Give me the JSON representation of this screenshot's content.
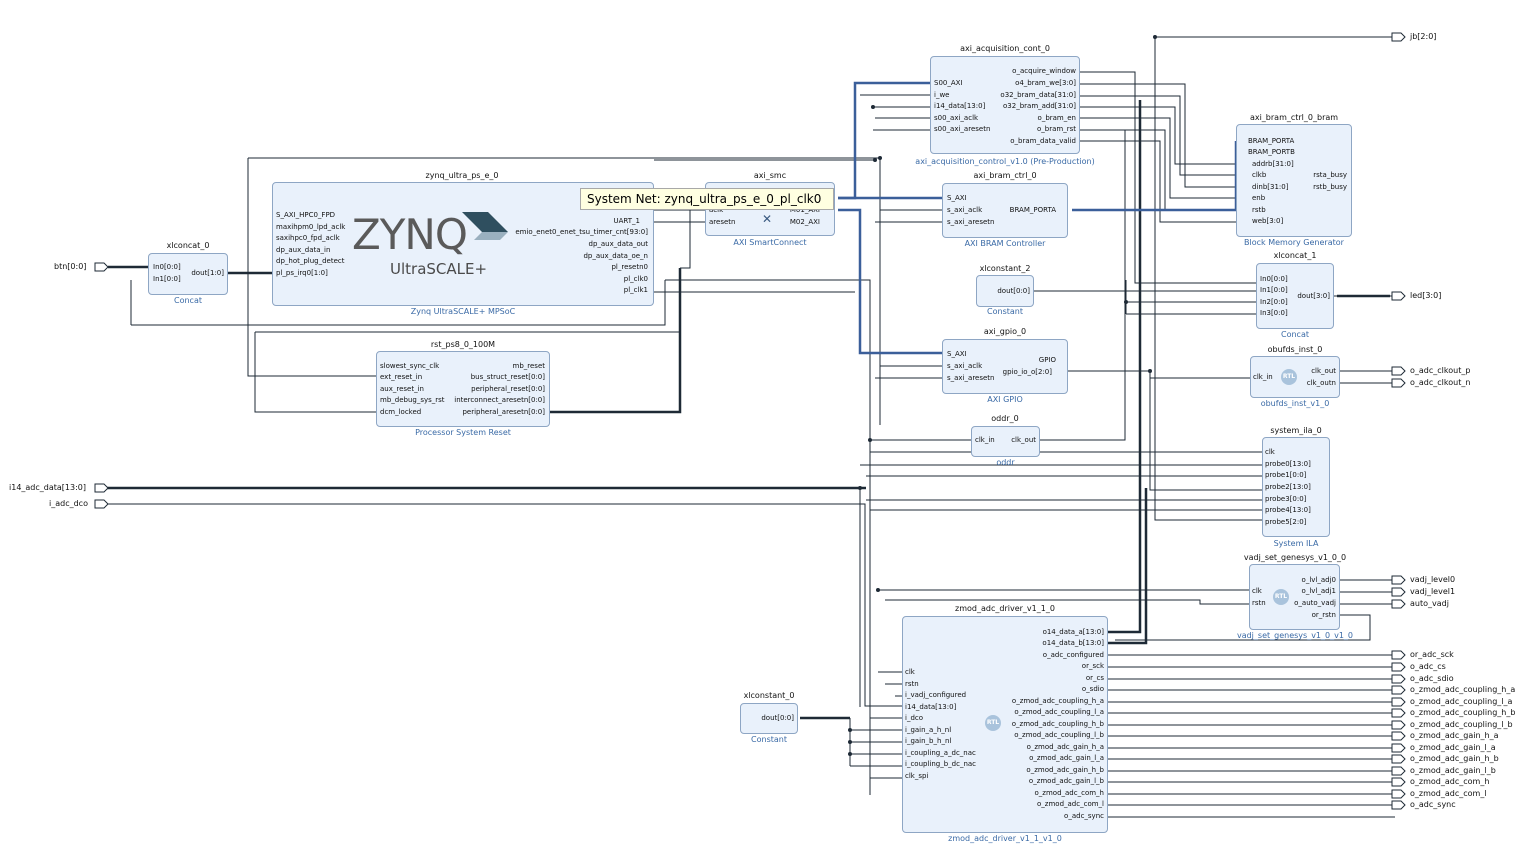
{
  "tooltip": "System Net: zynq_ultra_ps_e_0_pl_clk0",
  "external_ports": {
    "btn": "btn[0:0]",
    "adc_data": "i14_adc_data[13:0]",
    "adc_dco": "i_adc_dco",
    "jb": "jb[2:0]",
    "led": "led[3:0]",
    "clkout_p": "o_adc_clkout_p",
    "clkout_n": "o_adc_clkout_n",
    "vadj_level0": "vadj_level0",
    "vadj_level1": "vadj_level1",
    "auto_vadj": "auto_vadj",
    "outs": [
      "or_adc_sck",
      "o_adc_cs",
      "o_adc_sdio",
      "o_zmod_adc_coupling_h_a",
      "o_zmod_adc_coupling_l_a",
      "o_zmod_adc_coupling_h_b",
      "o_zmod_adc_coupling_l_b",
      "o_zmod_adc_gain_h_a",
      "o_zmod_adc_gain_l_a",
      "o_zmod_adc_gain_h_b",
      "o_zmod_adc_gain_l_b",
      "o_zmod_adc_com_h",
      "o_zmod_adc_com_l",
      "o_adc_sync"
    ]
  },
  "blocks": {
    "xlconcat_0": {
      "title": "xlconcat_0",
      "sub": "Concat",
      "pins_l": [
        "In0[0:0]",
        "In1[0:0]"
      ],
      "pins_r": [
        "dout[1:0]"
      ]
    },
    "zynq": {
      "title": "zynq_ultra_ps_e_0",
      "sub": "Zynq UltraSCALE+ MPSoC",
      "logo": "ZYNQ",
      "logo_sub": "UltraSCALE+",
      "pins_l": [
        "S_AXI_HPC0_FPD",
        "maxihpm0_lpd_aclk",
        "saxihpc0_fpd_aclk",
        "dp_aux_data_in",
        "dp_hot_plug_detect",
        "pl_ps_irq0[1:0]"
      ],
      "pins_r": [
        "UART_1",
        "emio_enet0_enet_tsu_timer_cnt[93:0]",
        "dp_aux_data_out",
        "dp_aux_data_oe_n",
        "pl_resetn0",
        "pl_clk0",
        "pl_clk1"
      ]
    },
    "rst": {
      "title": "rst_ps8_0_100M",
      "sub": "Processor System Reset",
      "pins_l": [
        "slowest_sync_clk",
        "ext_reset_in",
        "aux_reset_in",
        "mb_debug_sys_rst",
        "dcm_locked"
      ],
      "pins_r": [
        "mb_reset",
        "bus_struct_reset[0:0]",
        "peripheral_reset[0:0]",
        "interconnect_aresetn[0:0]",
        "peripheral_aresetn[0:0]"
      ]
    },
    "smc": {
      "title": "axi_smc",
      "sub": "AXI SmartConnect",
      "pins_l": [
        "aclk",
        "aresetn"
      ],
      "pins_r": [
        "M01_AXI",
        "M02_AXI"
      ]
    },
    "acq": {
      "title": "axi_acquisition_cont_0",
      "sub": "axi_acquisition_control_v1.0 (Pre-Production)",
      "pins_l": [
        "S00_AXI",
        "i_we",
        "i14_data[13:0]",
        "s00_axi_aclk",
        "s00_axi_aresetn"
      ],
      "pins_r": [
        "o_acquire_window",
        "o4_bram_we[3:0]",
        "o32_bram_data[31:0]",
        "o32_bram_add[31:0]",
        "o_bram_en",
        "o_bram_rst",
        "o_bram_data_valid"
      ]
    },
    "bramctrl": {
      "title": "axi_bram_ctrl_0",
      "sub": "AXI BRAM Controller",
      "pins_l": [
        "S_AXI",
        "s_axi_aclk",
        "s_axi_aresetn"
      ],
      "pins_r": [
        "BRAM_PORTA"
      ]
    },
    "bmg": {
      "title": "axi_bram_ctrl_0_bram",
      "sub": "Block Memory Generator",
      "pins_l": [
        "BRAM_PORTA",
        "BRAM_PORTB",
        "addrb[31:0]",
        "clkb",
        "dinb[31:0]",
        "enb",
        "rstb",
        "web[3:0]"
      ],
      "pins_r": [
        "rsta_busy",
        "rstb_busy"
      ]
    },
    "xlconst2": {
      "title": "xlconstant_2",
      "sub": "Constant",
      "pins_r": [
        "dout[0:0]"
      ]
    },
    "xlconcat1": {
      "title": "xlconcat_1",
      "sub": "Concat",
      "pins_l": [
        "In0[0:0]",
        "In1[0:0]",
        "In2[0:0]",
        "In3[0:0]"
      ],
      "pins_r": [
        "dout[3:0]"
      ]
    },
    "gpio": {
      "title": "axi_gpio_0",
      "sub": "AXI GPIO",
      "pins_l": [
        "S_AXI",
        "s_axi_aclk",
        "s_axi_aresetn"
      ],
      "pins_r": [
        "GPIO",
        "gpio_io_o[2:0]"
      ]
    },
    "obufds": {
      "title": "obufds_inst_0",
      "sub": "obufds_inst_v1_0",
      "pins_l": [
        "clk_in"
      ],
      "pins_r": [
        "clk_out",
        "clk_outn"
      ]
    },
    "oddr": {
      "title": "oddr_0",
      "sub": "oddr",
      "pins_l": [
        "clk_in"
      ],
      "pins_r": [
        "clk_out"
      ]
    },
    "ila": {
      "title": "system_ila_0",
      "sub": "System ILA",
      "pins_l": [
        "clk",
        "probe0[13:0]",
        "probe1[0:0]",
        "probe2[13:0]",
        "probe3[0:0]",
        "probe4[13:0]",
        "probe5[2:0]"
      ]
    },
    "vadj": {
      "title": "vadj_set_genesys_v1_0_0",
      "sub": "vadj_set_genesys_v1_0_v1_0",
      "pins_l": [
        "clk",
        "rstn"
      ],
      "pins_r": [
        "o_lvl_adj0",
        "o_lvl_adj1",
        "o_auto_vadj",
        "or_rstn"
      ]
    },
    "xlconst0": {
      "title": "xlconstant_0",
      "sub": "Constant",
      "pins_r": [
        "dout[0:0]"
      ]
    },
    "zmod": {
      "title": "zmod_adc_driver_v1_1_0",
      "sub": "zmod_adc_driver_v1_1_v1_0",
      "pins_l": [
        "clk",
        "rstn",
        "i_vadj_configured",
        "i14_data[13:0]",
        "i_dco",
        "i_gain_a_h_nl",
        "i_gain_b_h_nl",
        "i_coupling_a_dc_nac",
        "i_coupling_b_dc_nac",
        "clk_spi"
      ],
      "pins_r": [
        "o14_data_a[13:0]",
        "o14_data_b[13:0]",
        "o_adc_configured",
        "or_sck",
        "or_cs",
        "o_sdio",
        "o_zmod_adc_coupling_h_a",
        "o_zmod_adc_coupling_l_a",
        "o_zmod_adc_coupling_h_b",
        "o_zmod_adc_coupling_l_b",
        "o_zmod_adc_gain_h_a",
        "o_zmod_adc_gain_l_a",
        "o_zmod_adc_gain_h_b",
        "o_zmod_adc_gain_l_b",
        "o_zmod_adc_com_h",
        "o_zmod_adc_com_l",
        "o_adc_sync"
      ]
    }
  },
  "rtl_label": "RTL",
  "colors": {
    "block_fill": "#e9f1fb",
    "block_border": "#8ea6c4",
    "wire": "#1e2a36",
    "bus": "#3b5f9a",
    "subtitle": "#3a6aa6"
  }
}
